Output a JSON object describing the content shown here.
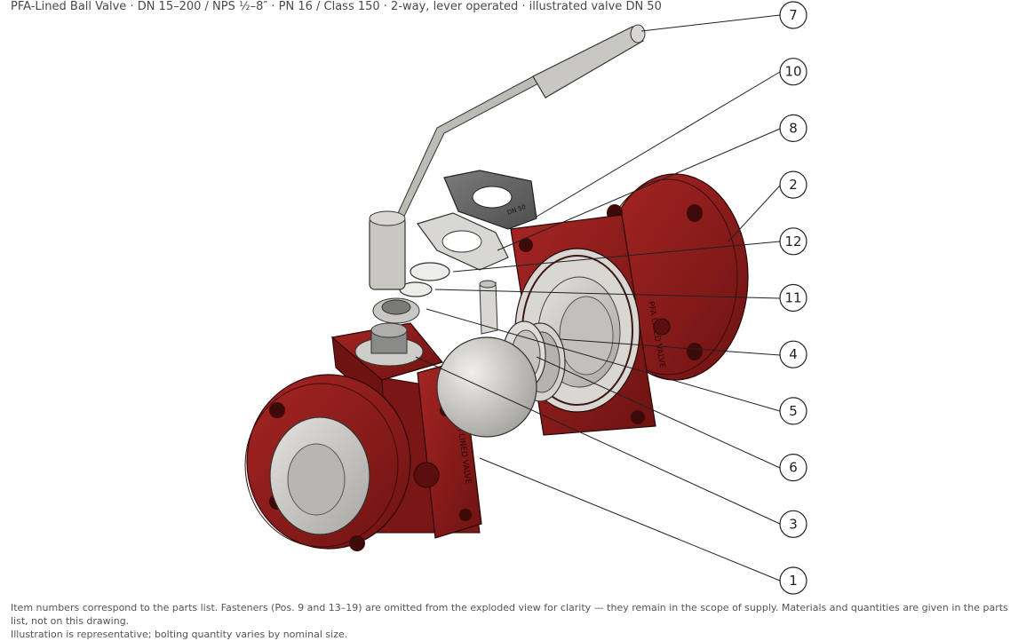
{
  "title": "PFA-Lined Ball Valve · DN 15–200 / NPS ½–8″ · PN 16 / Class 150 · 2-way, lever operated · illustrated valve DN 50",
  "callouts": [
    "7",
    "10",
    "8",
    "2",
    "12",
    "11",
    "4",
    "5",
    "6",
    "3",
    "1"
  ],
  "footnote": {
    "line1": "Item numbers correspond to the parts list. Fasteners (Pos. 9 and 13–19) are omitted from the exploded view for clarity — they remain in the scope of supply. Materials and quantities are given in the parts list, not on this drawing.",
    "line2": "Illustration is representative; bolting quantity varies by nominal size."
  },
  "embossing": {
    "body_text": "PFA LINED VALVE",
    "gasket_text": "DN 50"
  },
  "colors": {
    "body_red": "#8e1c1a",
    "body_dark": "#5a0f0e",
    "lining_grey": "#d3d1cc",
    "steel_grey": "#6c6c6c"
  }
}
